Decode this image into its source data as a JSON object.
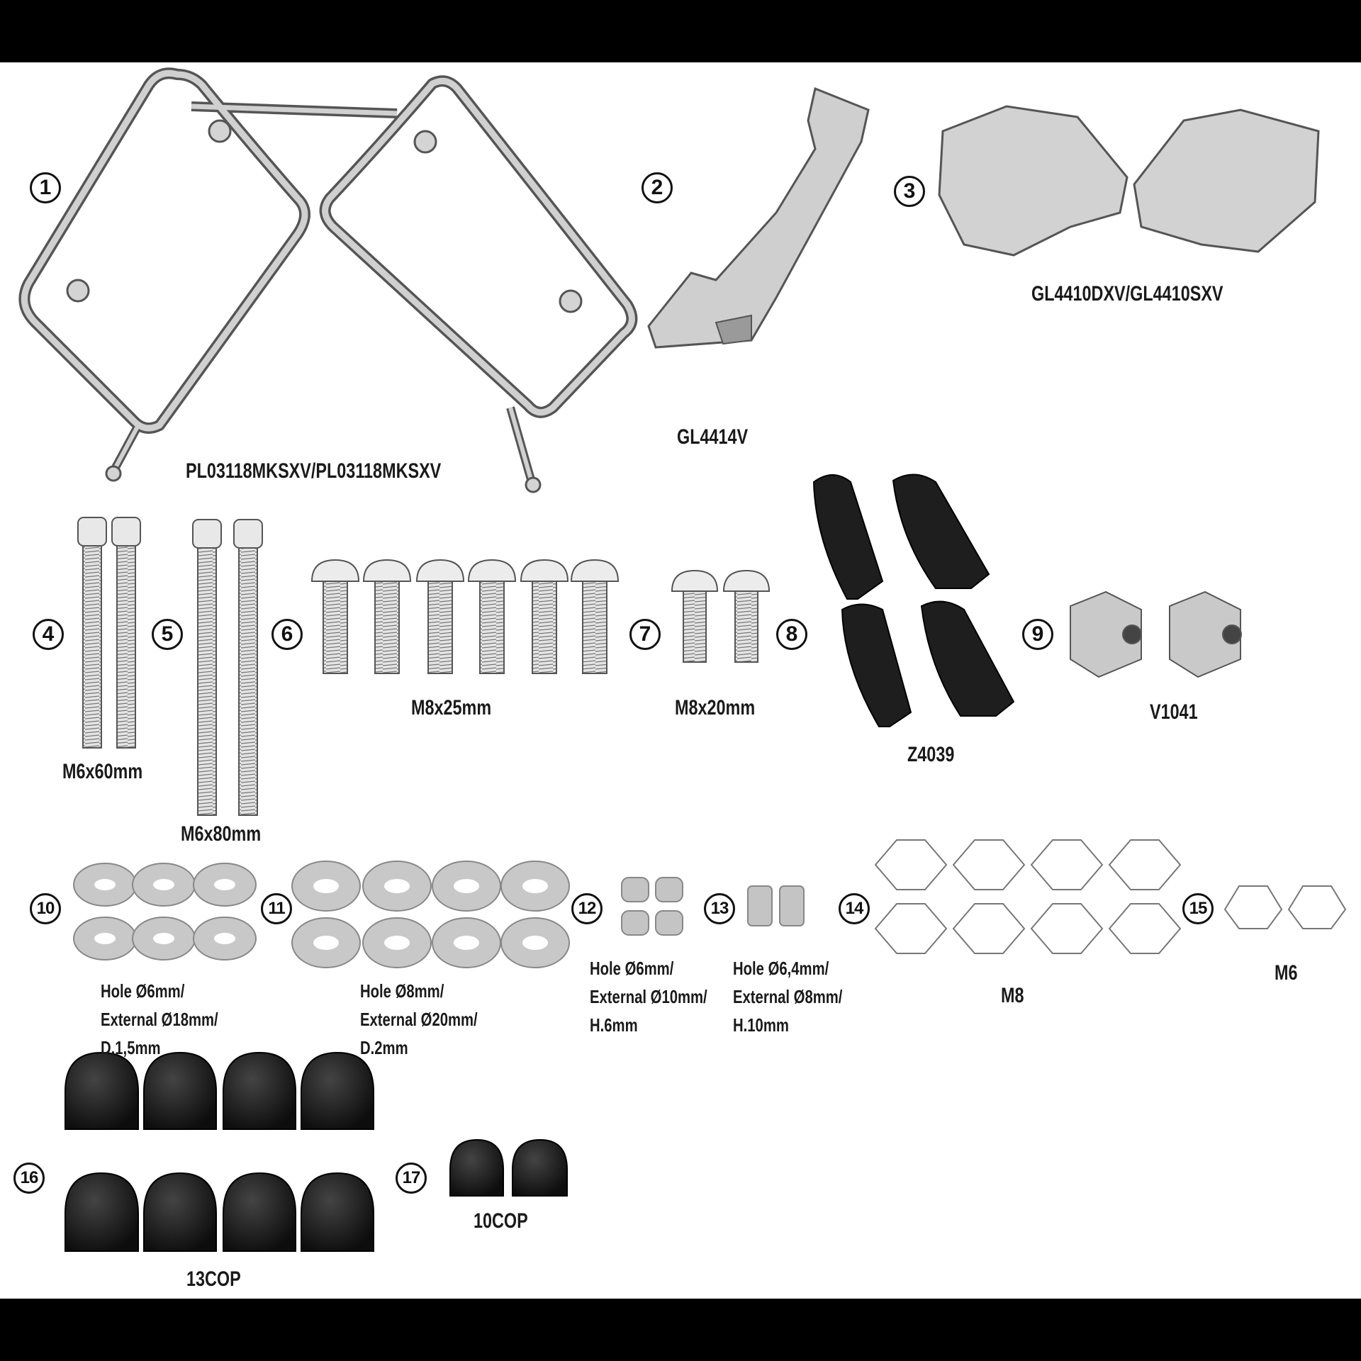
{
  "parts": [
    {
      "id": "1",
      "label": "PL03118MKSXV/PL03118MKSXV"
    },
    {
      "id": "2",
      "label": "GL4414V"
    },
    {
      "id": "3",
      "label": "GL4410DXV/GL4410SXV"
    },
    {
      "id": "4",
      "label": "M6x60mm"
    },
    {
      "id": "5",
      "label": "M6x80mm"
    },
    {
      "id": "6",
      "label": "M8x25mm"
    },
    {
      "id": "7",
      "label": "M8x20mm"
    },
    {
      "id": "8",
      "label": "Z4039"
    },
    {
      "id": "9",
      "label": "V1041"
    },
    {
      "id": "10",
      "lines": [
        "Hole Ø6mm/",
        "External Ø18mm/",
        " D.1,5mm"
      ]
    },
    {
      "id": "11",
      "lines": [
        "Hole Ø8mm/",
        "External Ø20mm/",
        " D.2mm"
      ]
    },
    {
      "id": "12",
      "lines": [
        "Hole Ø6mm/",
        "External Ø10mm/",
        " H.6mm"
      ]
    },
    {
      "id": "13",
      "lines": [
        "Hole Ø6,4mm/",
        "External Ø8mm/",
        " H.10mm"
      ]
    },
    {
      "id": "14",
      "label": "M8"
    },
    {
      "id": "15",
      "label": "M6"
    },
    {
      "id": "16",
      "label": "13COP"
    },
    {
      "id": "17",
      "label": "10COP"
    }
  ],
  "colors": {
    "metal": "#d4d4d4",
    "metal_stroke": "#555555",
    "rubber": "#151515",
    "frame": "#000000"
  }
}
